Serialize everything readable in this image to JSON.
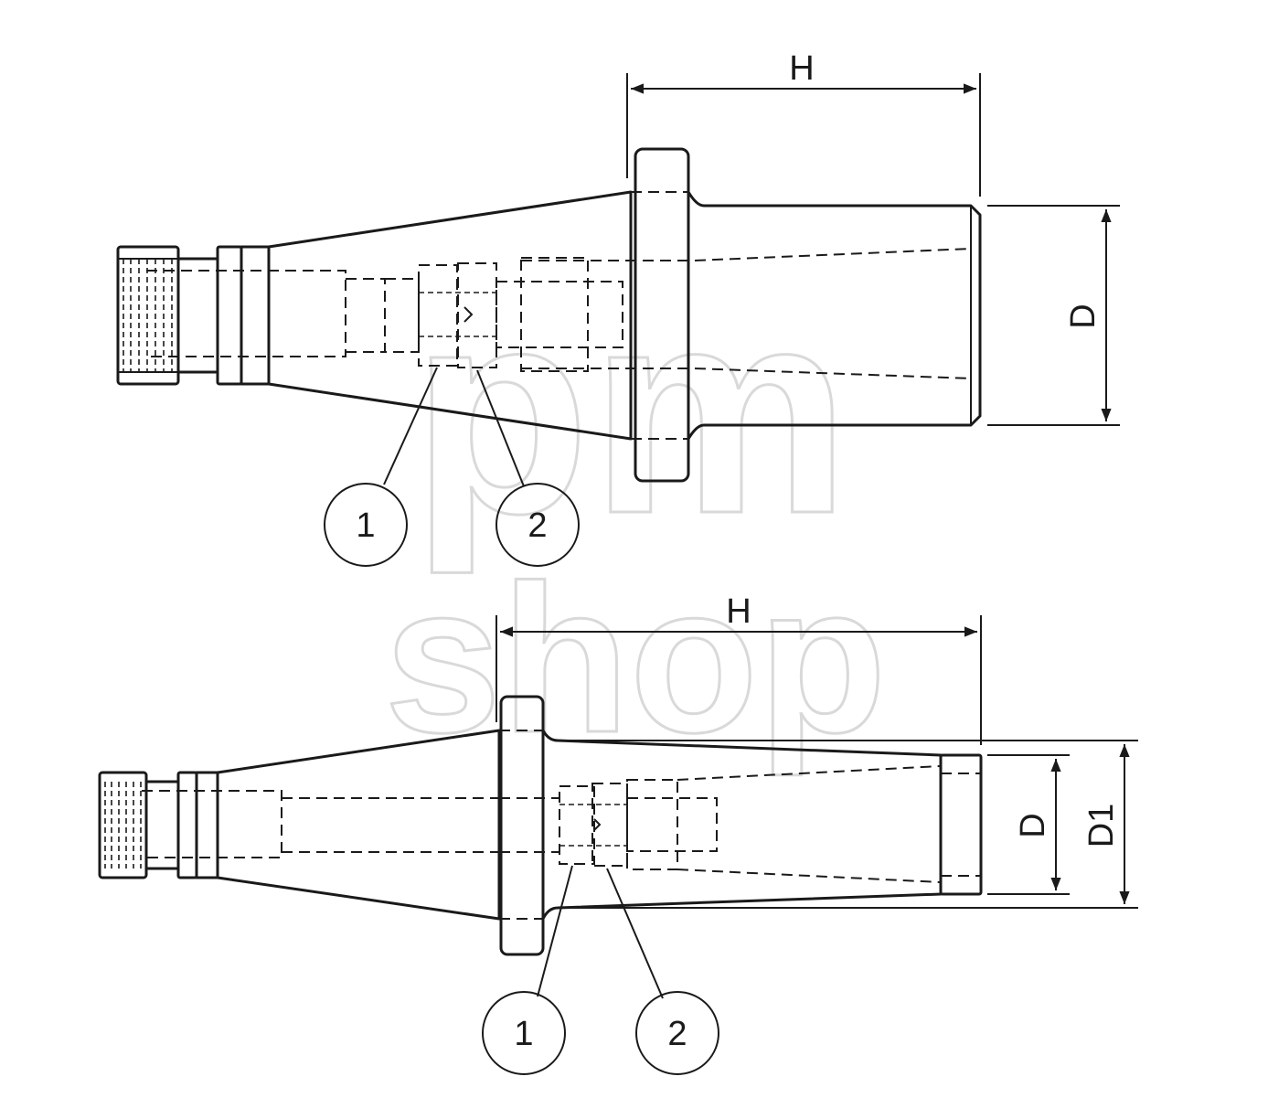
{
  "watermark": {
    "line1": "pm",
    "line2": "shop"
  },
  "top_view": {
    "dimension_h": "H",
    "dimension_d": "D",
    "callout_1": "1",
    "callout_2": "2"
  },
  "bottom_view": {
    "dimension_h": "H",
    "dimension_d": "D",
    "dimension_d1": "D1",
    "callout_1": "1",
    "callout_2": "2"
  },
  "colors": {
    "line": "#1a1a1a",
    "watermark": "#d9d9d9",
    "background": "#ffffff"
  }
}
